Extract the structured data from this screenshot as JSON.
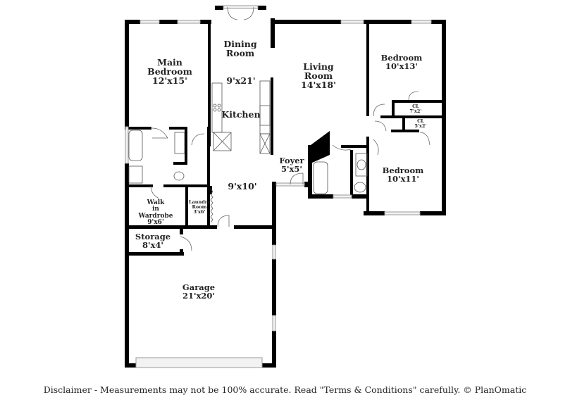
{
  "floorplan": {
    "rooms": [
      {
        "id": "main-bedroom",
        "name": "Main Bedroom",
        "lines": [
          "Main",
          "Bedroom"
        ],
        "dims": "12'x15'"
      },
      {
        "id": "dining-room",
        "name": "Dining Room",
        "lines": [
          "Dining",
          "Room"
        ],
        "dims": "9'x21'"
      },
      {
        "id": "kitchen",
        "name": "Kitchen",
        "lines": [
          "Kitchen"
        ],
        "dims": ""
      },
      {
        "id": "living-room",
        "name": "Living Room",
        "lines": [
          "Living",
          "Room"
        ],
        "dims": "14'x18'"
      },
      {
        "id": "bedroom-2",
        "name": "Bedroom",
        "lines": [
          "Bedroom"
        ],
        "dims": "10'x13'"
      },
      {
        "id": "closet-1",
        "name": "CL",
        "lines": [
          "CL"
        ],
        "dims": "7'x2'"
      },
      {
        "id": "closet-2",
        "name": "CL",
        "lines": [
          "CL"
        ],
        "dims": "5'x2'"
      },
      {
        "id": "foyer",
        "name": "Foyer",
        "lines": [
          "Foyer"
        ],
        "dims": "5'x5'"
      },
      {
        "id": "bedroom-3",
        "name": "Bedroom",
        "lines": [
          "Bedroom"
        ],
        "dims": "10'x11'"
      },
      {
        "id": "hall",
        "name": "",
        "lines": [],
        "dims": "9'x10'"
      },
      {
        "id": "walk-in-wardrobe",
        "name": "Walk in Wardrobe",
        "lines": [
          "Walk",
          "in",
          "Wardrobe"
        ],
        "dims": "9'x6'"
      },
      {
        "id": "laundry-room",
        "name": "Laundry Room",
        "lines": [
          "Laundry",
          "Room"
        ],
        "dims": "3'x6'"
      },
      {
        "id": "storage",
        "name": "Storage",
        "lines": [
          "Storage"
        ],
        "dims": "8'x4'"
      },
      {
        "id": "garage",
        "name": "Garage",
        "lines": [
          "Garage"
        ],
        "dims": "21'x20'"
      }
    ],
    "disclaimer": "Disclaimer - Measurements may not be 100% accurate. Read \"Terms & Conditions\" carefully. © PlanOmatic"
  }
}
